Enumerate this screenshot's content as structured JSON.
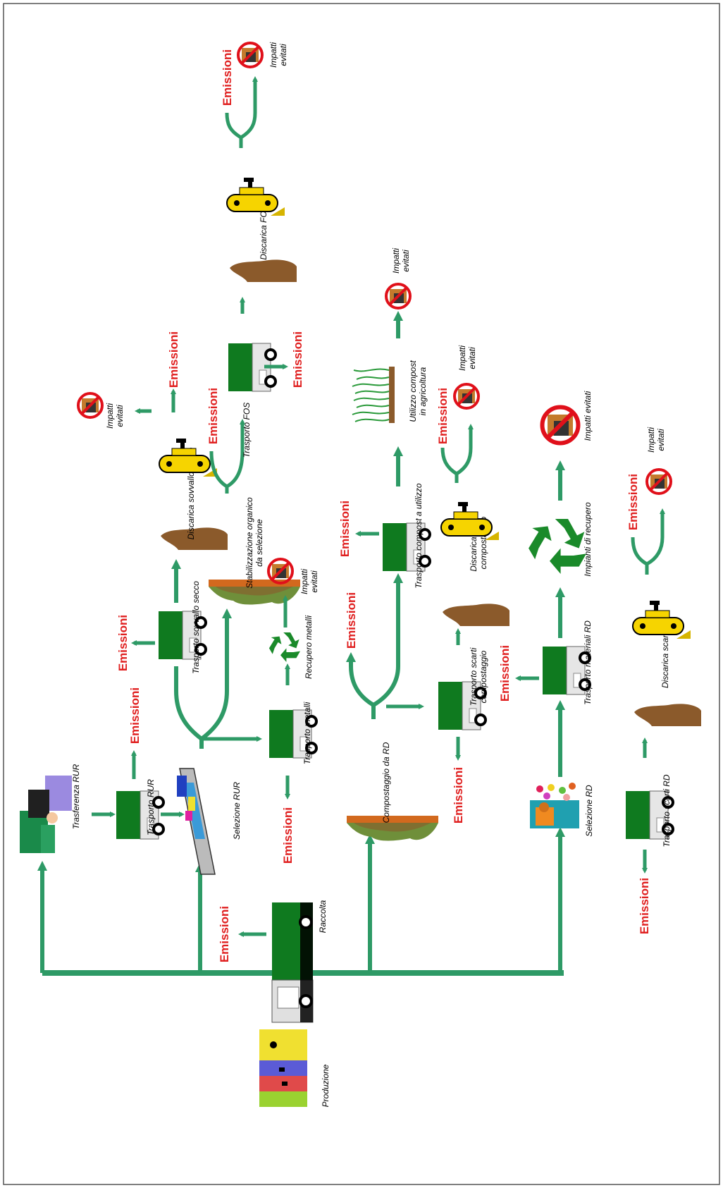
{
  "colors": {
    "flow": "#2e9a66",
    "emission_text": "#e02020",
    "truck_body": "#0f7a1f",
    "cab": "#d9d9d9",
    "dozer": "#f6d400",
    "soil": "#8b5a2b",
    "compost_bar": "#d2691e",
    "no_sign": "#e0101a"
  },
  "emission_label": "Emissioni",
  "nodes": {
    "produzione": "Produzione",
    "raccolta": "Raccolta",
    "trasferenza_rur": "Trasferenza RUR",
    "trasporto_rur": "Trasporto RUR",
    "selezione_rur": "Selezione RUR",
    "trasporto_metalli": "Trasporto metalli",
    "recupero_metalli": "Recupero metalli",
    "trasporto_sovvallo": "Trasporto sovvallo secco",
    "discarica_sovvallo": "Discarica sovvallo secco",
    "stabilizzazione_1": "Stabilizzazione organico",
    "stabilizzazione_2": "da selezione",
    "trasporto_fos": "Trasporto FOS",
    "discarica_fos": "Discarica FOS",
    "compostaggio_rd": "Compostaggio da RD",
    "trasporto_compost": "Trasporto compost a utilizzo",
    "utilizzo_1": "Utilizzo compost",
    "utilizzo_2": "in agricoltura",
    "trasporto_scarti_comp_1": "Trasporto scarti",
    "trasporto_scarti_comp_2": "compostaggio",
    "discarica_scarti_comp_1": "Discarica scarti",
    "discarica_scarti_comp_2": "compostaggio",
    "selezione_rd": "Selezione RD",
    "trasporto_materiali_rd": "Trasporto materiali RD",
    "impianti_recupero": "Impianti di recupero",
    "trasporto_scarti_rd": "Trasporto scarti RD",
    "discarica_scarti_rd": "Discarica scarti RD"
  },
  "avoided": {
    "line1": "Impatti",
    "line2": "evitati",
    "single": "Impatti evitati"
  }
}
